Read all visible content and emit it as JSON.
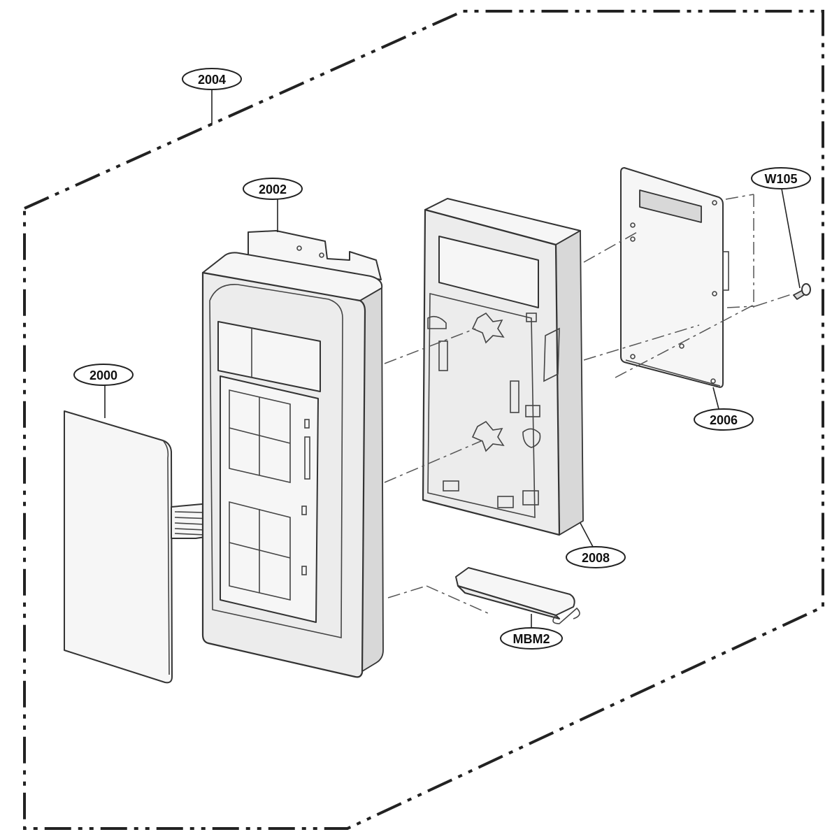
{
  "callouts": {
    "assembly": "2004",
    "control_panel_frame": "2002",
    "membrane_switch": "2000",
    "pcb": "2006",
    "screw": "W105",
    "cover": "2008",
    "bracket": "MBM2"
  }
}
